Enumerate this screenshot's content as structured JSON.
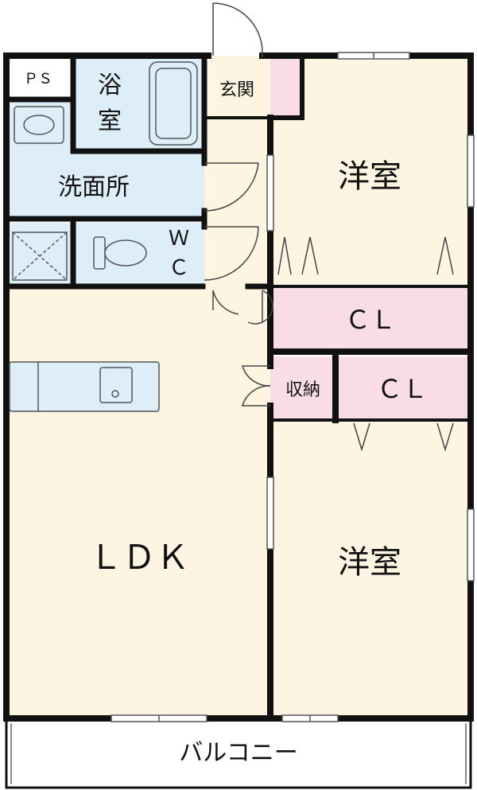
{
  "rooms": {
    "ps": "ＰＳ",
    "bath_line1": "浴",
    "bath_line2": "室",
    "entrance": "玄関",
    "western_top": "洋室",
    "washroom": "洗面所",
    "wc_line1": "Ｗ",
    "wc_line2": "Ｃ",
    "closet_top": "ＣＬ",
    "storage": "収納",
    "closet_mid": "ＣＬ",
    "ldk": "ＬＤＫ",
    "western_bottom": "洋室",
    "balcony": "バルコニー"
  },
  "colors": {
    "wall": "#111111",
    "room_floor": "#fdf5e1",
    "water_area": "#ddeef8",
    "closet": "#f9dde6",
    "balcony": "#ffffff"
  }
}
